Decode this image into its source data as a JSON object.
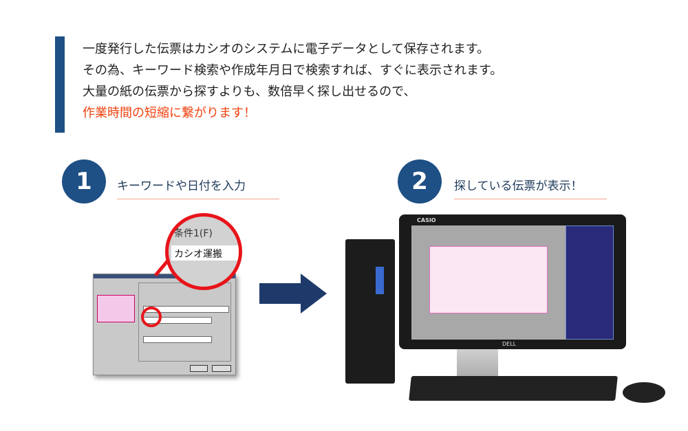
{
  "intro": {
    "lines": [
      "一度発行した伝票はカシオのシステムに電子データとして保存されます。",
      "その為、キーワード検索や作成年月日で検索すれば、すぐに表示されます。",
      "大量の紙の伝票から探すよりも、数倍早く探し出せるので、"
    ],
    "highlight": "作業時間の短縮に繋がります！"
  },
  "steps": [
    {
      "number": "1",
      "label": "キーワードや日付を入力"
    },
    {
      "number": "2",
      "label": "探している伝票が表示！"
    }
  ],
  "zoom_callout": {
    "label": "条件1(F)",
    "value": "カシオ運搬"
  },
  "monitor": {
    "brand": "CASIO",
    "stand_brand": "DELL"
  },
  "colors": {
    "accent": "#1e4f85",
    "highlight": "#f0420f"
  }
}
